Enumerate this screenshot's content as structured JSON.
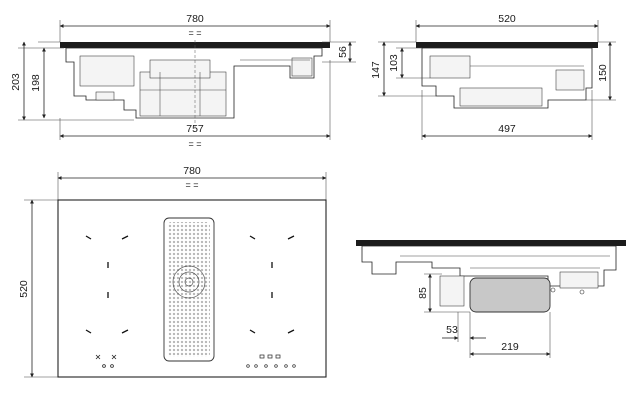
{
  "drawing": {
    "front_view": {
      "width_top": "780",
      "equal_top": "= =",
      "height_total": "203",
      "height_body": "198",
      "height_plate": "56",
      "width_bottom": "757",
      "equal_bottom": "= ="
    },
    "side_view": {
      "width_top": "520",
      "height_left_outer": "147",
      "height_left_inner": "103",
      "height_right": "150",
      "width_bottom": "497"
    },
    "top_view": {
      "width": "780",
      "equal": "= =",
      "depth": "520"
    },
    "detail_view": {
      "filter_height": "85",
      "offset": "53",
      "filter_length": "219"
    }
  },
  "colors": {
    "line": "#222222",
    "plate": "#1c1c1c",
    "filter": "#c8c8c8"
  }
}
